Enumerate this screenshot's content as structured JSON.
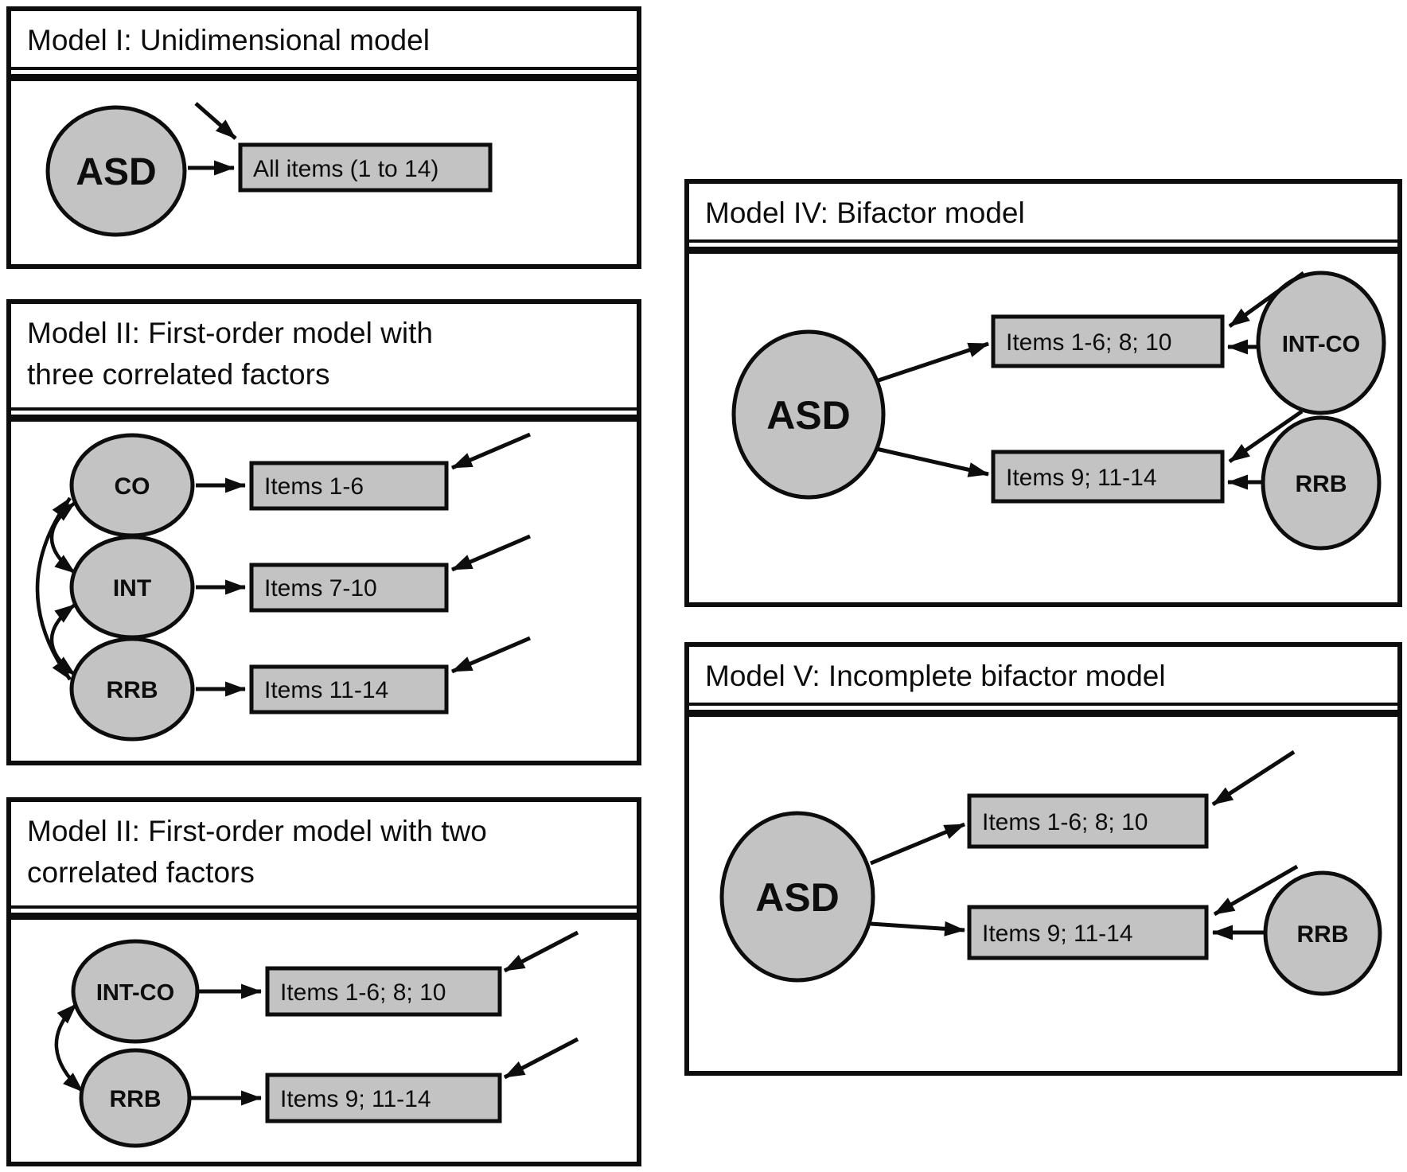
{
  "palette": {
    "background": "#ffffff",
    "node_fill": "#c3c3c3",
    "stroke": "#0d0d0d"
  },
  "models": {
    "m1": {
      "title_lines": [
        "Model I: Unidimensional model"
      ],
      "factors": {
        "asd": "ASD"
      },
      "items": {
        "all": "All items (1 to 14)"
      },
      "paths": [
        {
          "type": "loading",
          "from": "ASD",
          "to": "All items (1 to 14)"
        },
        {
          "type": "residual",
          "to": "All items (1 to 14)"
        }
      ]
    },
    "m2": {
      "title_lines": [
        "Model II: First-order model with",
        "three correlated factors"
      ],
      "factors": {
        "co": "CO",
        "int": "INT",
        "rrb": "RRB"
      },
      "items": {
        "i1": "Items 1-6",
        "i2": "Items 7-10",
        "i3": "Items 11-14"
      },
      "paths": [
        {
          "type": "loading",
          "from": "CO",
          "to": "Items 1-6"
        },
        {
          "type": "loading",
          "from": "INT",
          "to": "Items 7-10"
        },
        {
          "type": "loading",
          "from": "RRB",
          "to": "Items 11-14"
        },
        {
          "type": "correlation",
          "between": [
            "CO",
            "INT"
          ]
        },
        {
          "type": "correlation",
          "between": [
            "INT",
            "RRB"
          ]
        },
        {
          "type": "correlation",
          "between": [
            "CO",
            "RRB"
          ]
        },
        {
          "type": "residual",
          "to": "Items 1-6"
        },
        {
          "type": "residual",
          "to": "Items 7-10"
        },
        {
          "type": "residual",
          "to": "Items 11-14"
        }
      ]
    },
    "m3": {
      "title_lines": [
        "Model II: First-order model with two",
        "correlated factors"
      ],
      "factors": {
        "intco": "INT-CO",
        "rrb": "RRB"
      },
      "items": {
        "i1": "Items 1-6; 8; 10",
        "i2": "Items 9; 11-14"
      },
      "paths": [
        {
          "type": "loading",
          "from": "INT-CO",
          "to": "Items 1-6; 8; 10"
        },
        {
          "type": "loading",
          "from": "RRB",
          "to": "Items 9; 11-14"
        },
        {
          "type": "correlation",
          "between": [
            "INT-CO",
            "RRB"
          ]
        },
        {
          "type": "residual",
          "to": "Items 1-6; 8; 10"
        },
        {
          "type": "residual",
          "to": "Items 9; 11-14"
        }
      ]
    },
    "m4": {
      "title_lines": [
        "Model IV: Bifactor model"
      ],
      "factors": {
        "asd": "ASD",
        "intco": "INT-CO",
        "rrb": "RRB"
      },
      "items": {
        "i1": "Items 1-6; 8; 10",
        "i2": "Items 9; 11-14"
      },
      "paths": [
        {
          "type": "loading",
          "from": "ASD",
          "to": "Items 1-6; 8; 10"
        },
        {
          "type": "loading",
          "from": "ASD",
          "to": "Items 9; 11-14"
        },
        {
          "type": "loading",
          "from": "INT-CO",
          "to": "Items 1-6; 8; 10"
        },
        {
          "type": "loading",
          "from": "RRB",
          "to": "Items 9; 11-14"
        },
        {
          "type": "residual",
          "to": "Items 1-6; 8; 10"
        },
        {
          "type": "residual",
          "to": "Items 9; 11-14"
        }
      ]
    },
    "m5": {
      "title_lines": [
        "Model V: Incomplete bifactor model"
      ],
      "factors": {
        "asd": "ASD",
        "rrb": "RRB"
      },
      "items": {
        "i1": "Items 1-6; 8; 10",
        "i2": "Items 9; 11-14"
      },
      "paths": [
        {
          "type": "loading",
          "from": "ASD",
          "to": "Items 1-6; 8; 10"
        },
        {
          "type": "loading",
          "from": "ASD",
          "to": "Items 9; 11-14"
        },
        {
          "type": "loading",
          "from": "RRB",
          "to": "Items 9; 11-14"
        },
        {
          "type": "residual",
          "to": "Items 1-6; 8; 10"
        },
        {
          "type": "residual",
          "to": "Items 9; 11-14"
        }
      ]
    }
  }
}
